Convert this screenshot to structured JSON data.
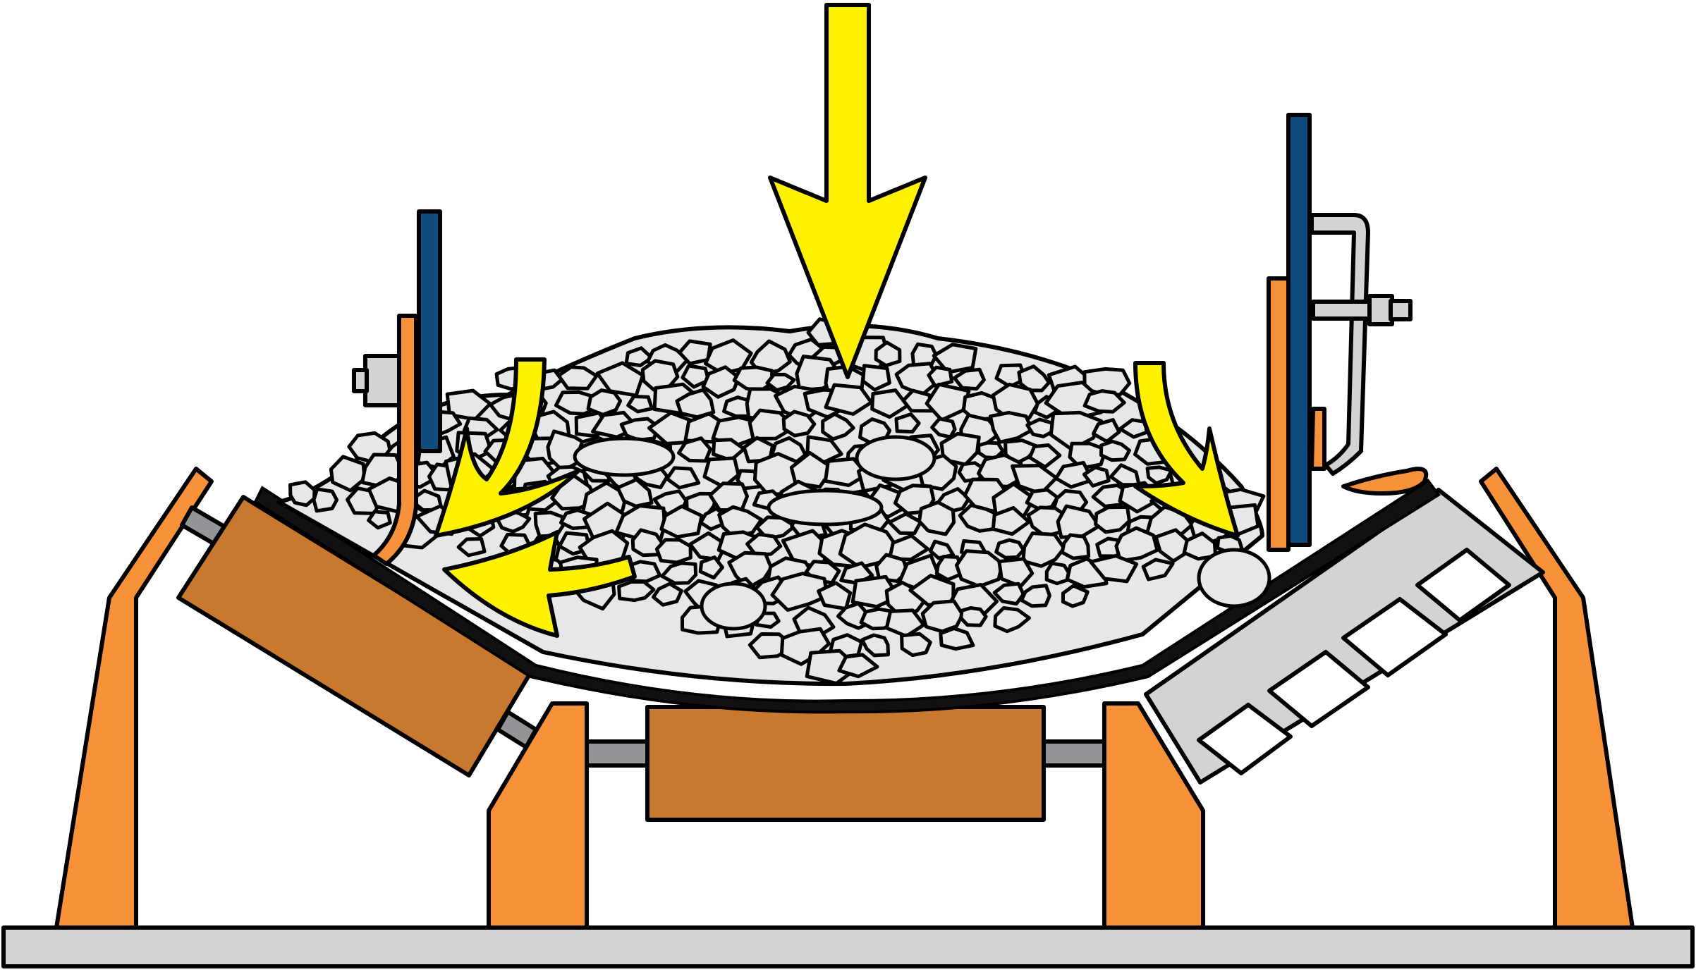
{
  "diagram": {
    "subject": "",
    "components": [
      {
        "id": "base-plate",
        "icon": "base-plate-icon"
      },
      {
        "id": "left-wing-frame",
        "icon": "frame-bracket-icon"
      },
      {
        "id": "right-wing-frame",
        "icon": "frame-bracket-icon"
      },
      {
        "id": "center-left-bracket",
        "icon": "frame-bracket-icon"
      },
      {
        "id": "center-right-bracket",
        "icon": "frame-bracket-icon"
      },
      {
        "id": "left-wing-roller",
        "icon": "roller-icon"
      },
      {
        "id": "center-roller",
        "icon": "roller-icon"
      },
      {
        "id": "right-impact-cradle",
        "icon": "slider-bed-icon"
      },
      {
        "id": "conveyor-belt",
        "icon": "belt-icon"
      },
      {
        "id": "bulk-material-load",
        "icon": "rock-pile-icon"
      },
      {
        "id": "left-skirt-clamp",
        "icon": "skirt-board-icon"
      },
      {
        "id": "right-skirt-clamp",
        "icon": "skirt-board-icon"
      },
      {
        "id": "main-load-arrow",
        "icon": "arrow-down-icon"
      },
      {
        "id": "left-spill-arrow",
        "icon": "curved-arrow-icon"
      },
      {
        "id": "left-return-arrow",
        "icon": "curved-arrow-icon"
      },
      {
        "id": "right-spill-arrow",
        "icon": "curved-arrow-icon"
      }
    ],
    "colors": {
      "frame": "#f7923a",
      "roller": "#c9782f",
      "rock": "#e6e7e8",
      "belt": "#111111",
      "skirt_board": "#0f4c7d",
      "arrow": "#fff200",
      "steel": "#d1d3d4",
      "shaft": "#939598",
      "outline": "#000000"
    }
  }
}
